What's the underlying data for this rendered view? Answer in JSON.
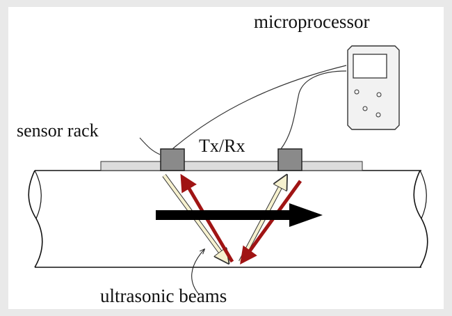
{
  "labels": {
    "microprocessor": "microprocessor",
    "sensor_rack": "sensor rack",
    "transducers": "Tx/Rx",
    "beams": "ultrasonic beams"
  },
  "colors": {
    "background_frame": "#e9e9e9",
    "canvas": "#ffffff",
    "pipe_outline": "#111111",
    "rack_fill": "#dcdcdc",
    "transducer_fill": "#8a8a8a",
    "device_fill": "#f2f2f2",
    "beam_light": "#f6f1cf",
    "beam_red": "#a01414",
    "flow_arrow": "#000000"
  },
  "icons": {
    "flow": "flow-direction-arrow",
    "device": "handheld-microprocessor-icon"
  }
}
